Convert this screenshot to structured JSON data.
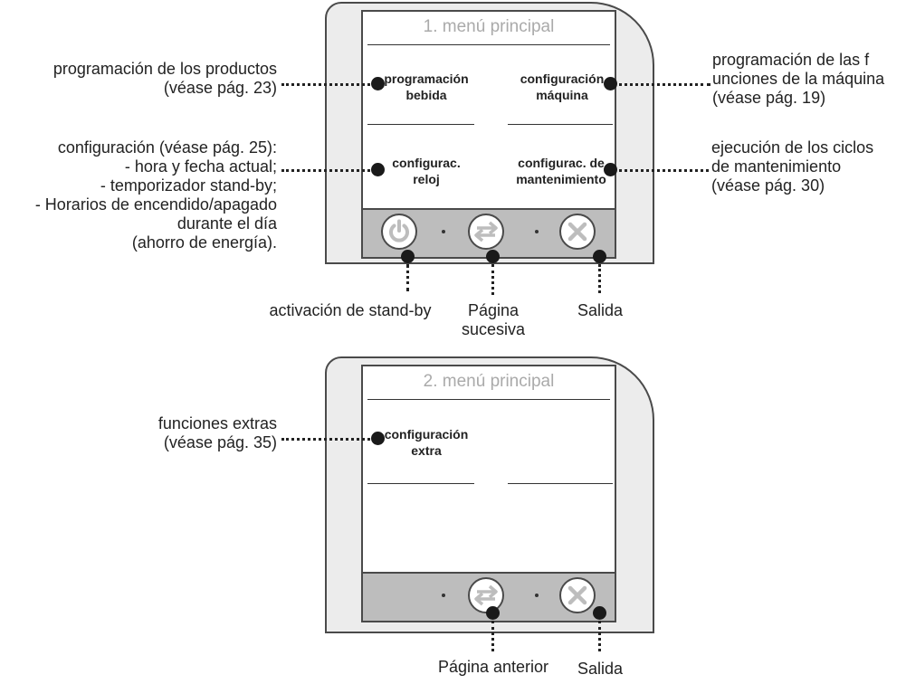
{
  "menu1": {
    "title": "1. menú principal",
    "items": {
      "programacion_bebida": [
        "programación",
        "bebida"
      ],
      "configuracion_maquina": [
        "configuración",
        "máquina"
      ],
      "configurac_reloj": [
        "configurac.",
        "reloj"
      ],
      "configurac_mantenimiento": [
        "configurac. de",
        "mantenimiento"
      ]
    },
    "icons": [
      "power-icon",
      "swap-arrows-icon",
      "close-icon"
    ]
  },
  "menu2": {
    "title": "2. menú principal",
    "items": {
      "configuracion_extra": [
        "configuración",
        "extra"
      ]
    },
    "icons": [
      "swap-arrows-icon",
      "close-icon"
    ]
  },
  "annotations": {
    "productos": [
      "programación de los productos",
      "(véase pág. 23)"
    ],
    "funciones_maquina": [
      "programación de las f",
      "unciones de la máquina",
      "(véase pág. 19)"
    ],
    "configuracion_reloj": [
      "configuración (véase pág. 25):",
      "- hora y fecha actual;",
      "- temporizador stand-by;",
      "- Horarios de encendido/apagado",
      "durante el día",
      "(ahorro de energía)."
    ],
    "mantenimiento": [
      "ejecución de los ciclos",
      "de mantenimiento",
      "(véase pág. 30)"
    ],
    "standby": "activación de stand-by",
    "pagina_sucesiva": [
      "Página",
      "sucesiva"
    ],
    "salida1": "Salida",
    "funciones_extras": [
      "funciones extras",
      "(véase pág. 35)"
    ],
    "pagina_anterior": "Página anterior",
    "salida2": "Salida"
  },
  "colors": {
    "device_body": "#ececec",
    "screen": "#ffffff",
    "button_bar": "#bdbdbd",
    "icon_glyph": "#bdbdbd",
    "outline": "#4a4a4a",
    "marker": "#1a1a1a"
  }
}
